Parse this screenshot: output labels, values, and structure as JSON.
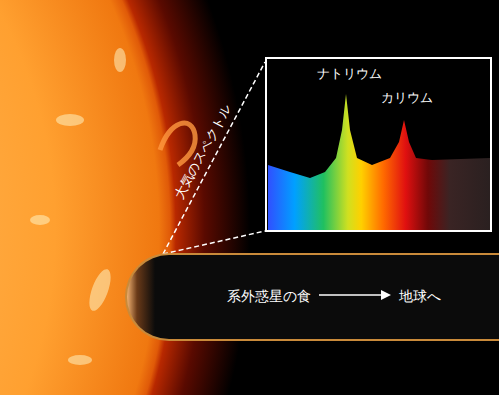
{
  "diagram": {
    "nodes": [
      {
        "text": [
          "ナトリウム",
          "カリウム"
        ]
      },
      {
        "text": [
          "系外惑星の食",
          "地球へ"
        ]
      }
    ],
    "edges": [
      {
        "from": 1,
        "to": 0,
        "arrow": "none",
        "label": "大気のスペクトル"
      }
    ]
  }
}
